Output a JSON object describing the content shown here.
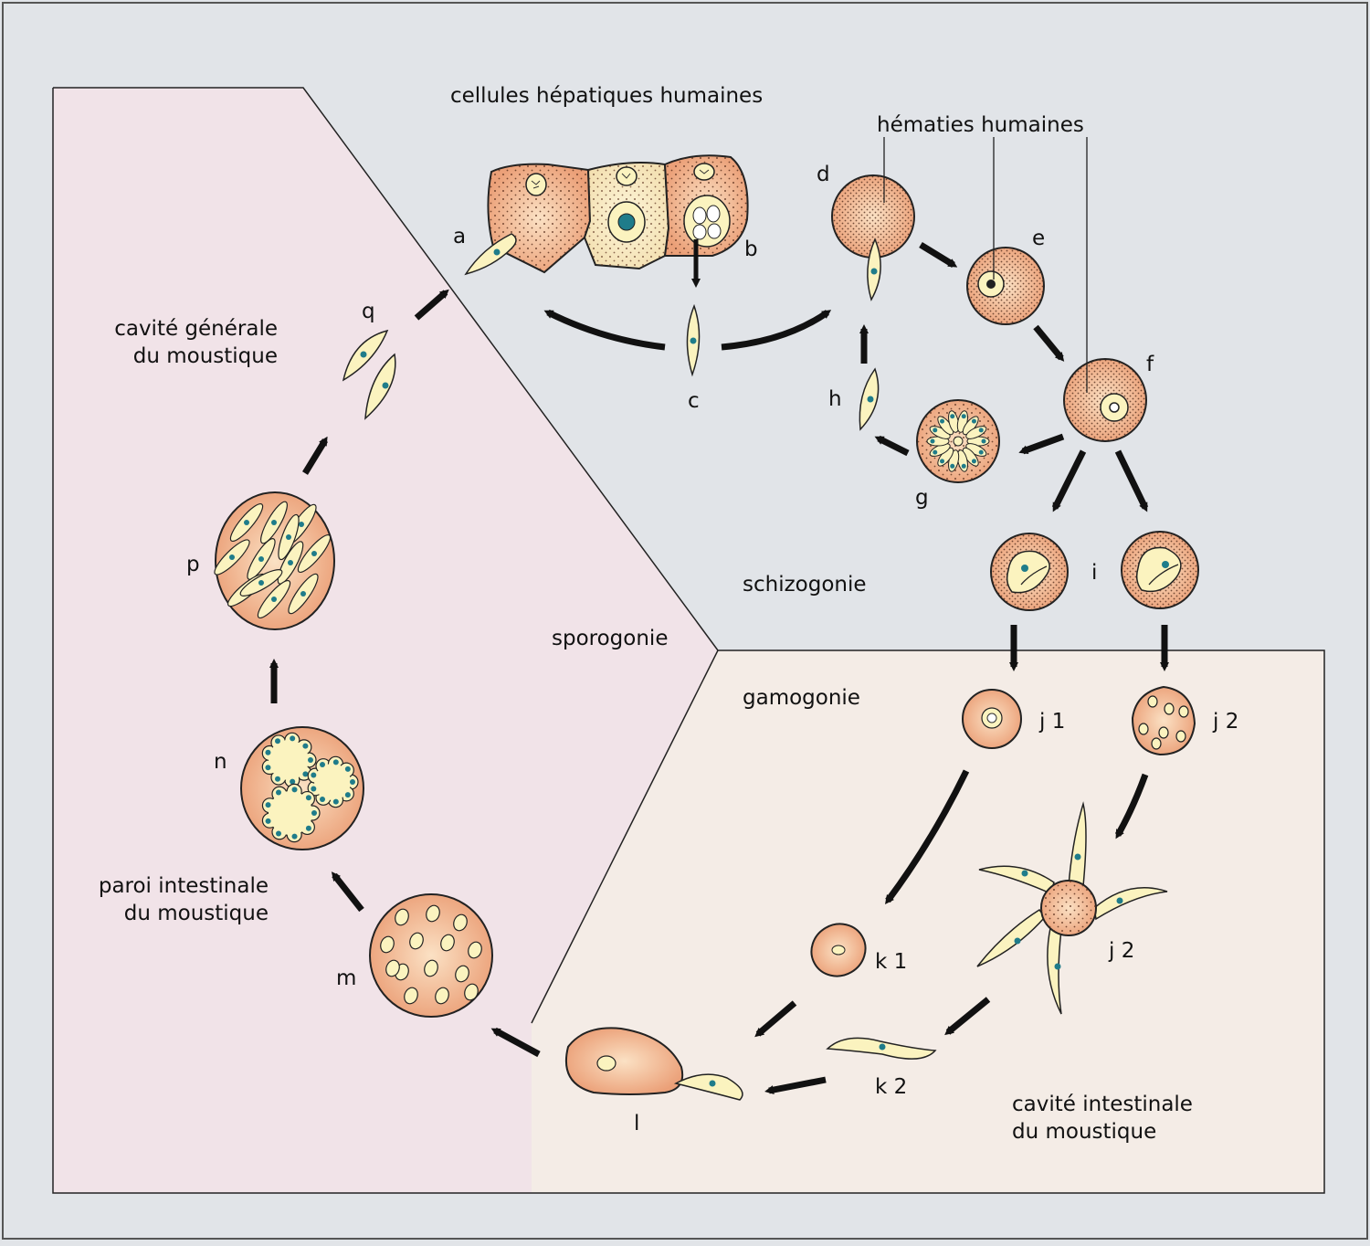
{
  "regions": {
    "liver_cells": "cellules hépatiques humaines",
    "red_cells": "hématies humaines",
    "general_cavity": [
      "cavité générale",
      "du moustique"
    ],
    "gut_wall": [
      "paroi intestinale",
      "du moustique"
    ],
    "gut_cavity": [
      "cavité intestinale",
      "du moustique"
    ]
  },
  "phases": {
    "schizogony": "schizogonie",
    "sporogony": "sporogonie",
    "gamogony": "gamogonie"
  },
  "stages": {
    "a": "a",
    "b": "b",
    "c": "c",
    "d": "d",
    "e": "e",
    "f": "f",
    "g": "g",
    "h": "h",
    "i": "i",
    "j1": "j 1",
    "j2_top": "j 2",
    "j2_bottom": "j 2",
    "k1": "k 1",
    "k2": "k 2",
    "l": "l",
    "m": "m",
    "n": "n",
    "p": "p",
    "q": "q"
  },
  "colors": {
    "background": "#e1e4e8",
    "mosquito_zone": "#f1e3e8",
    "gut_zone": "#f4ece6",
    "cell_orange": "#eda57c",
    "cell_light": "#f8e9c6",
    "parasite": "#fbf3bf",
    "nucleus": "#1f7c8a",
    "outline": "#222222"
  }
}
